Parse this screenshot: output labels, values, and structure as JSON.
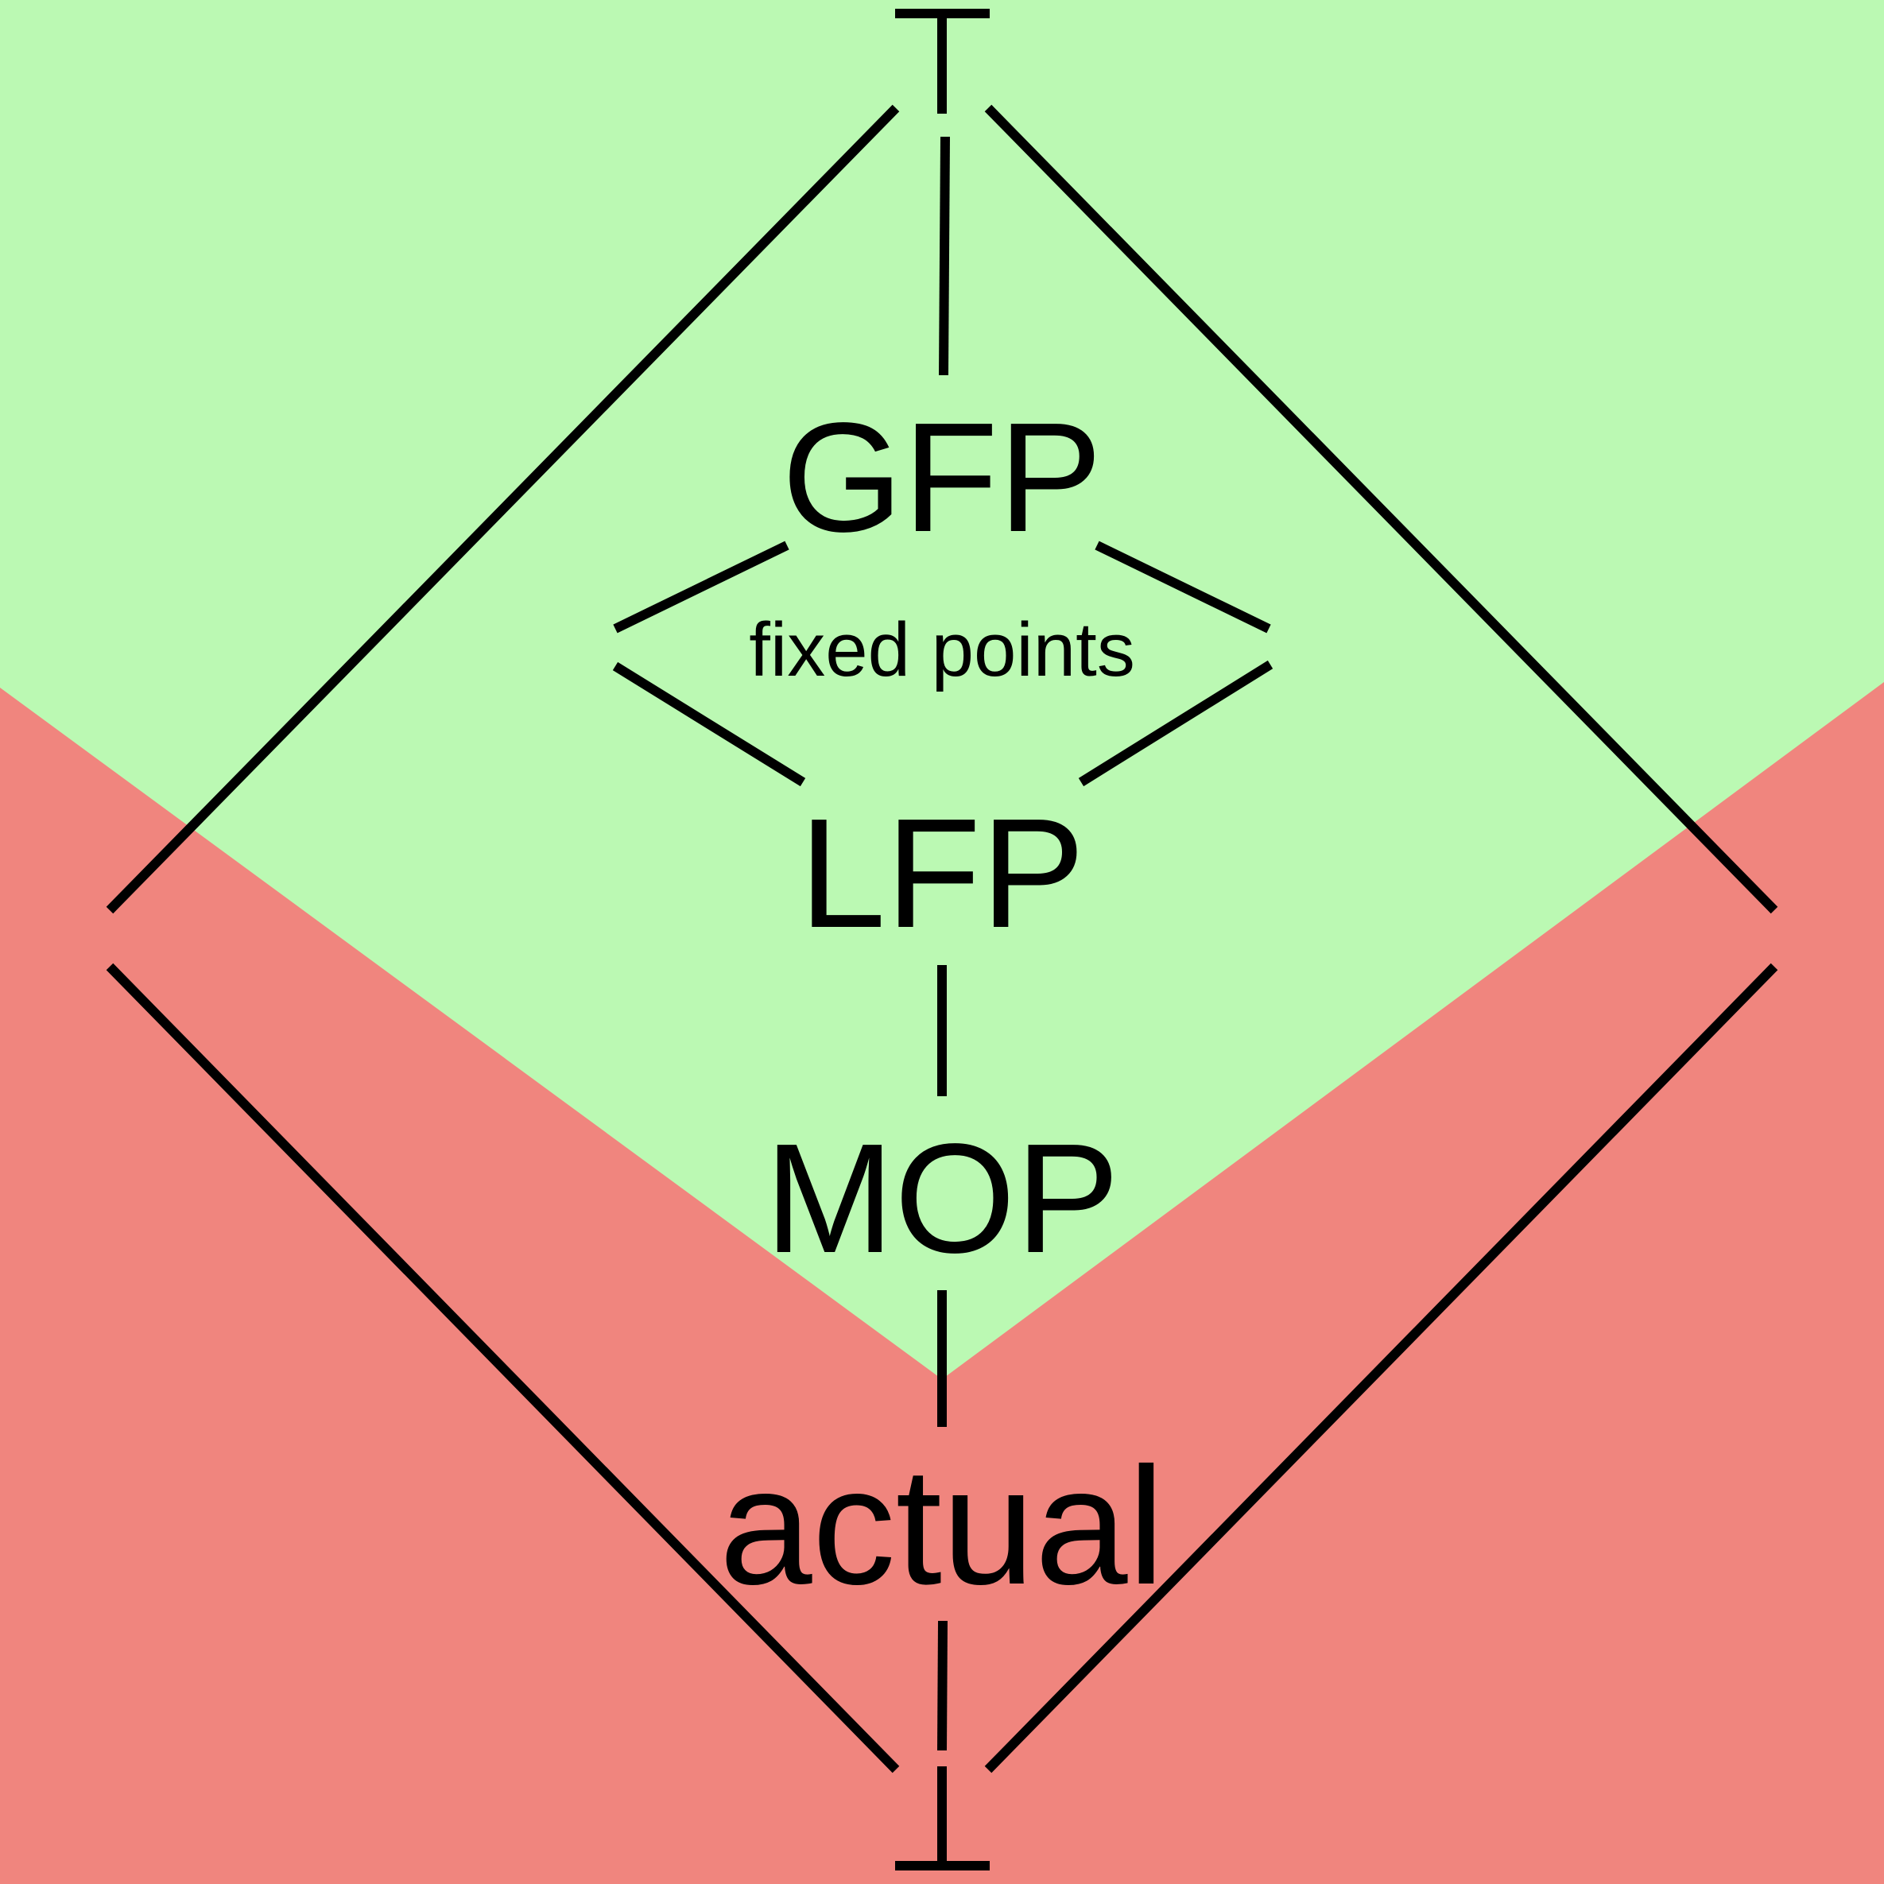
{
  "colors": {
    "upper_region": "#bbf9b3",
    "lower_region": "#f0857e",
    "stroke": "#000000"
  },
  "labels": {
    "gfp": "GFP",
    "fixed_points": "fixed points",
    "lfp": "LFP",
    "mop": "MOP",
    "actual": "actual"
  },
  "symbols": {
    "top": "top-symbol",
    "bottom": "bottom-symbol"
  }
}
